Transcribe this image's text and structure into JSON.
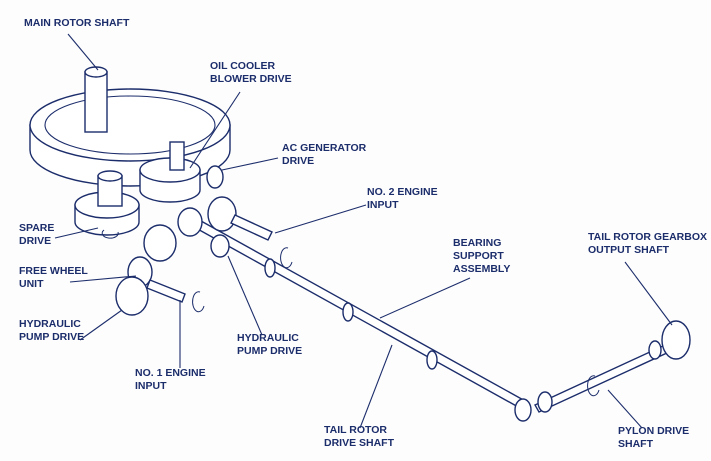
{
  "labels": {
    "main_rotor_shaft": "MAIN ROTOR SHAFT",
    "oil_cooler": [
      "OIL COOLER",
      "BLOWER DRIVE"
    ],
    "ac_generator": [
      "AC GENERATOR",
      "DRIVE"
    ],
    "no2_engine": [
      "NO. 2 ENGINE",
      "INPUT"
    ],
    "bearing_support": [
      "BEARING",
      "SUPPORT",
      "ASSEMBLY"
    ],
    "tail_rotor_gearbox": [
      "TAIL ROTOR GEARBOX",
      "OUTPUT SHAFT"
    ],
    "spare_drive": [
      "SPARE",
      "DRIVE"
    ],
    "free_wheel": [
      "FREE WHEEL",
      "UNIT"
    ],
    "hydraulic_pump_1": [
      "HYDRAULIC",
      "PUMP DRIVE"
    ],
    "no1_engine": [
      "NO. 1 ENGINE",
      "INPUT"
    ],
    "hydraulic_pump_2": [
      "HYDRAULIC",
      "PUMP DRIVE"
    ],
    "tail_rotor_drive_shaft": [
      "TAIL ROTOR",
      "DRIVE SHAFT"
    ],
    "pylon_drive_shaft": [
      "PYLON DRIVE",
      "SHAFT"
    ]
  },
  "colors": {
    "ink": "#1c2d6b"
  }
}
